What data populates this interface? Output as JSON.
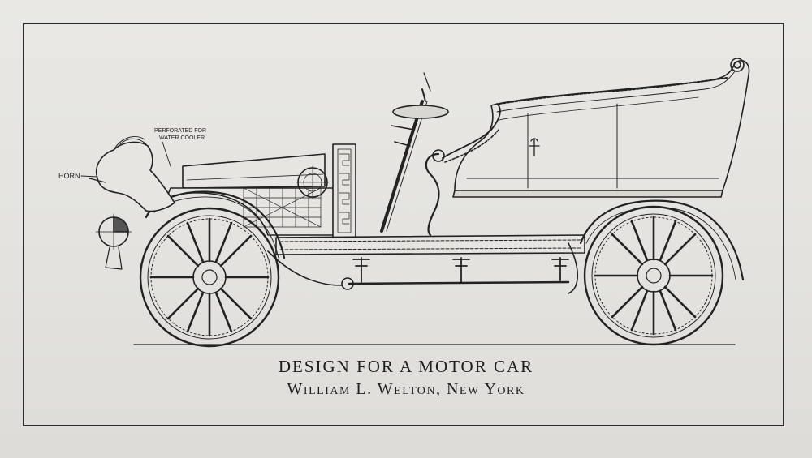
{
  "caption": {
    "title": "DESIGN FOR A MOTOR CAR",
    "credit": "William L. Welton, New York"
  },
  "annotations": {
    "horn": "HORN",
    "perforated_line1": "PERFORATED FOR",
    "perforated_line2": "WATER COOLER"
  },
  "colors": {
    "paper": "#e4e3df",
    "ink": "#222222"
  }
}
